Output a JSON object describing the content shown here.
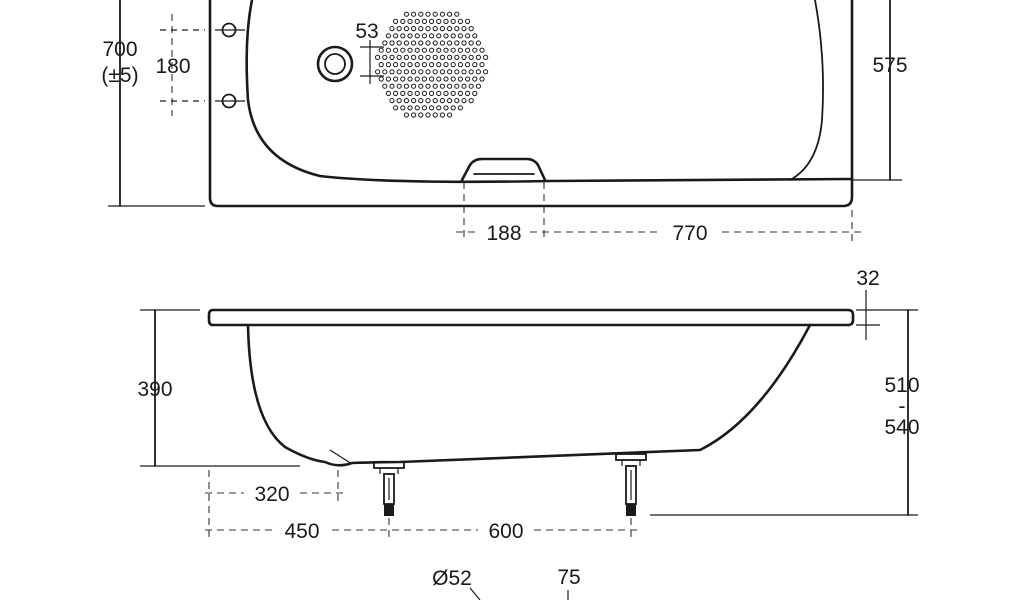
{
  "dimensions": {
    "width_total": "700",
    "width_tolerance": "(±5)",
    "tap_hole_spacing": "180",
    "inner_width": "575",
    "waste_offset": "53",
    "handle_width": "188",
    "handle_to_end": "770",
    "rim_thickness": "32",
    "inner_depth": "390",
    "overall_height_min": "510",
    "height_separator": "-",
    "overall_height_max": "540",
    "waste_to_end": "320",
    "foot_to_end": "450",
    "foot_spacing": "600",
    "waste_diameter": "Ø52",
    "waste_height": "75"
  }
}
